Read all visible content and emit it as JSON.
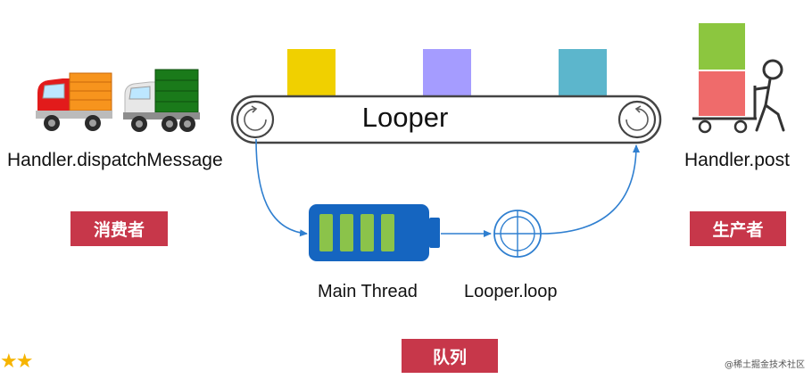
{
  "diagram": {
    "conveyor_label": "Looper",
    "consumer_label": "Handler.dispatchMessage",
    "consumer_tag": "消费者",
    "producer_label": "Handler.post",
    "producer_tag": "生产者",
    "thread_label": "Main Thread",
    "loop_label": "Looper.loop",
    "queue_tag": "队列",
    "watermark": "@稀土掘金技术社区",
    "icons": [
      "fire-truck-icon",
      "green-truck-icon",
      "yellow-box-icon",
      "purple-box-icon",
      "teal-box-icon",
      "worker-cart-icon",
      "battery-icon",
      "crosshair-icon",
      "star-icon"
    ],
    "colors": {
      "tag_red": "#c7374a",
      "arrow_blue": "#2f7fd0",
      "battery_blue": "#1565c0",
      "battery_cell": "#8bc34a",
      "box_yellow": "#f0d000",
      "box_purple": "#a59cff",
      "box_teal": "#5cb6cc",
      "cart_green": "#8cc63f",
      "cart_red": "#ef6b6b"
    }
  }
}
